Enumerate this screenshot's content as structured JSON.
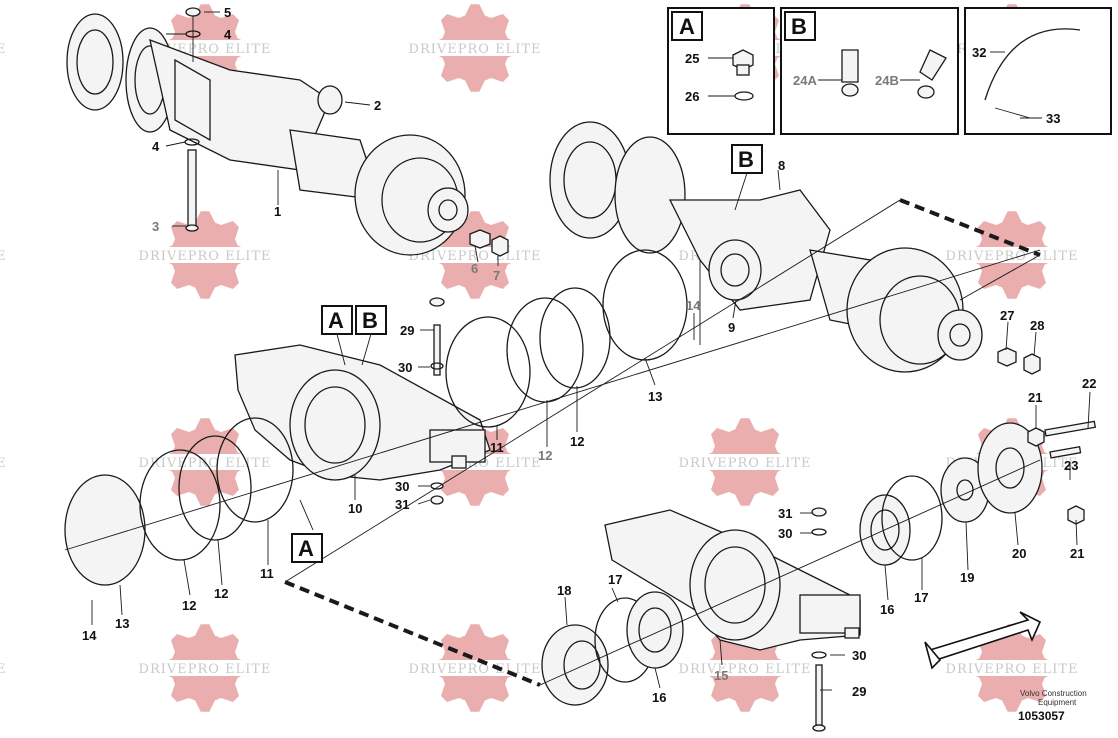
{
  "watermark": {
    "text": "DRIVEPRO ELITE",
    "color": "#e8a0a0"
  },
  "inset_boxes": [
    {
      "letter": "A",
      "labels": [
        "25",
        "26"
      ]
    },
    {
      "letter": "B",
      "labels": [
        "24A",
        "24B"
      ]
    },
    {
      "letter": "",
      "labels": [
        "32",
        "33"
      ]
    }
  ],
  "callout_boxes": [
    "B",
    "A",
    "B",
    "A"
  ],
  "part_labels": [
    "1",
    "2",
    "3",
    "4",
    "4",
    "5",
    "6",
    "7",
    "8",
    "9",
    "10",
    "11",
    "11",
    "12",
    "12",
    "12",
    "12",
    "13",
    "13",
    "14",
    "14",
    "15",
    "16",
    "16",
    "17",
    "17",
    "18",
    "19",
    "20",
    "21",
    "21",
    "22",
    "23",
    "27",
    "28",
    "29",
    "29",
    "30",
    "30",
    "30",
    "30",
    "31",
    "31"
  ],
  "brand_line1": "Volvo Construction",
  "brand_line2": "Equipment",
  "doc_number": "1053057"
}
